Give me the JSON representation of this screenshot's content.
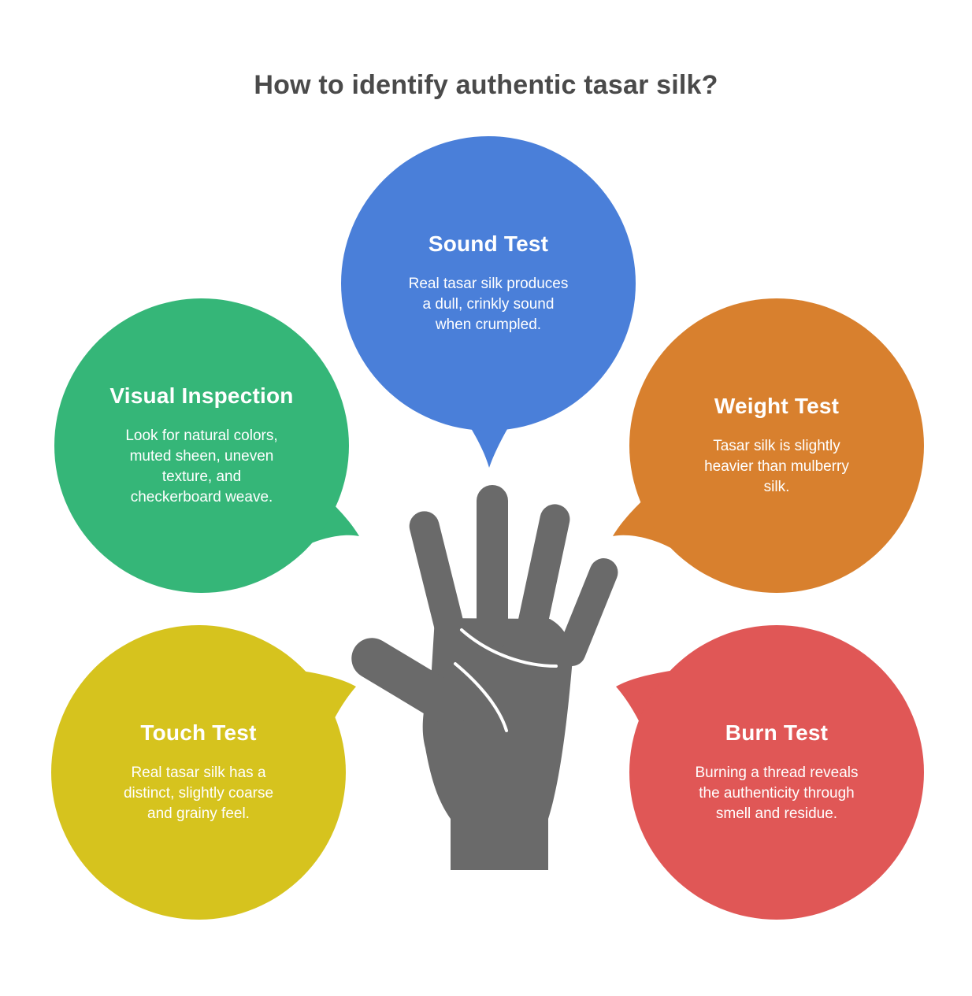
{
  "title": "How to identify authentic tasar silk?",
  "colors": {
    "title_text": "#4A4A4A",
    "hand": "#6A6A6A",
    "palm_crease": "#FFFFFF",
    "background": "#FFFFFF"
  },
  "center_icon": "hand-palm",
  "bubbles": [
    {
      "id": "sound-test",
      "label": "Sound Test",
      "body": "Real tasar silk produces\na dull, crinkly sound\nwhen crumpled.",
      "color": "#4A7FD9",
      "position": "top-center"
    },
    {
      "id": "visual-inspection",
      "label": "Visual Inspection",
      "body": "Look for natural colors,\nmuted sheen, uneven\ntexture, and\ncheckerboard weave.",
      "color": "#35B678",
      "position": "upper-left"
    },
    {
      "id": "weight-test",
      "label": "Weight Test",
      "body": "Tasar silk is slightly\nheavier than mulberry\nsilk.",
      "color": "#D8802E",
      "position": "upper-right"
    },
    {
      "id": "touch-test",
      "label": "Touch Test",
      "body": "Real tasar silk has a\ndistinct, slightly coarse\nand grainy feel.",
      "color": "#D6C31E",
      "position": "lower-left"
    },
    {
      "id": "burn-test",
      "label": "Burn Test",
      "body": "Burning a thread reveals\nthe authenticity through\nsmell and residue.",
      "color": "#E05756",
      "position": "lower-right"
    }
  ]
}
